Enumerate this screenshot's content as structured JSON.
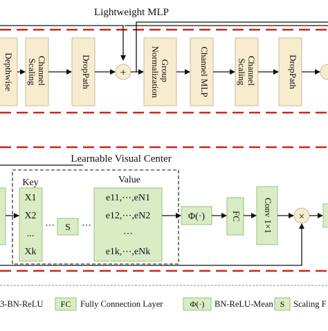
{
  "top_section": {
    "title": "Lightweight MLP",
    "blocks": [
      {
        "label": "Depthwise"
      },
      {
        "label": "Channel Scaling"
      },
      {
        "label": "DropPath"
      },
      {
        "label": "Group Normalization"
      },
      {
        "label": "Channel MLP"
      },
      {
        "label": "Channel Scaling"
      },
      {
        "label": "DropPath"
      }
    ],
    "add_symbol": "+"
  },
  "bottom_section": {
    "title": "Learnable Visual Center",
    "key_header": "Key",
    "value_header": "Value",
    "keys": [
      "X1",
      "X2",
      "...",
      "Xk"
    ],
    "values": [
      "e11,⋯,eN1",
      "e12,⋯,eN2",
      "⋯",
      "e1k,⋯,eNk"
    ],
    "middle_dots": "⋯",
    "scaling_box": "S",
    "phi_box": "Φ(·)",
    "fc_box": "FC",
    "conv_box": "Conv 1×1",
    "multiply_symbol": "×"
  },
  "legend": {
    "items": [
      {
        "symbol": "",
        "text": "3-BN-ReLU"
      },
      {
        "symbol": "FC",
        "text": "Fully Connection Layer"
      },
      {
        "symbol": "Φ(·)",
        "text": "BN-ReLU-Mean"
      },
      {
        "symbol": "S",
        "text": "Scaling F"
      }
    ]
  },
  "colors": {
    "block_fill": "#f7ecce",
    "block_stroke": "#c7b99a",
    "green_fill": "#d9ecc4",
    "green_stroke": "#9bbf7a",
    "dash_red": "#d42020"
  }
}
